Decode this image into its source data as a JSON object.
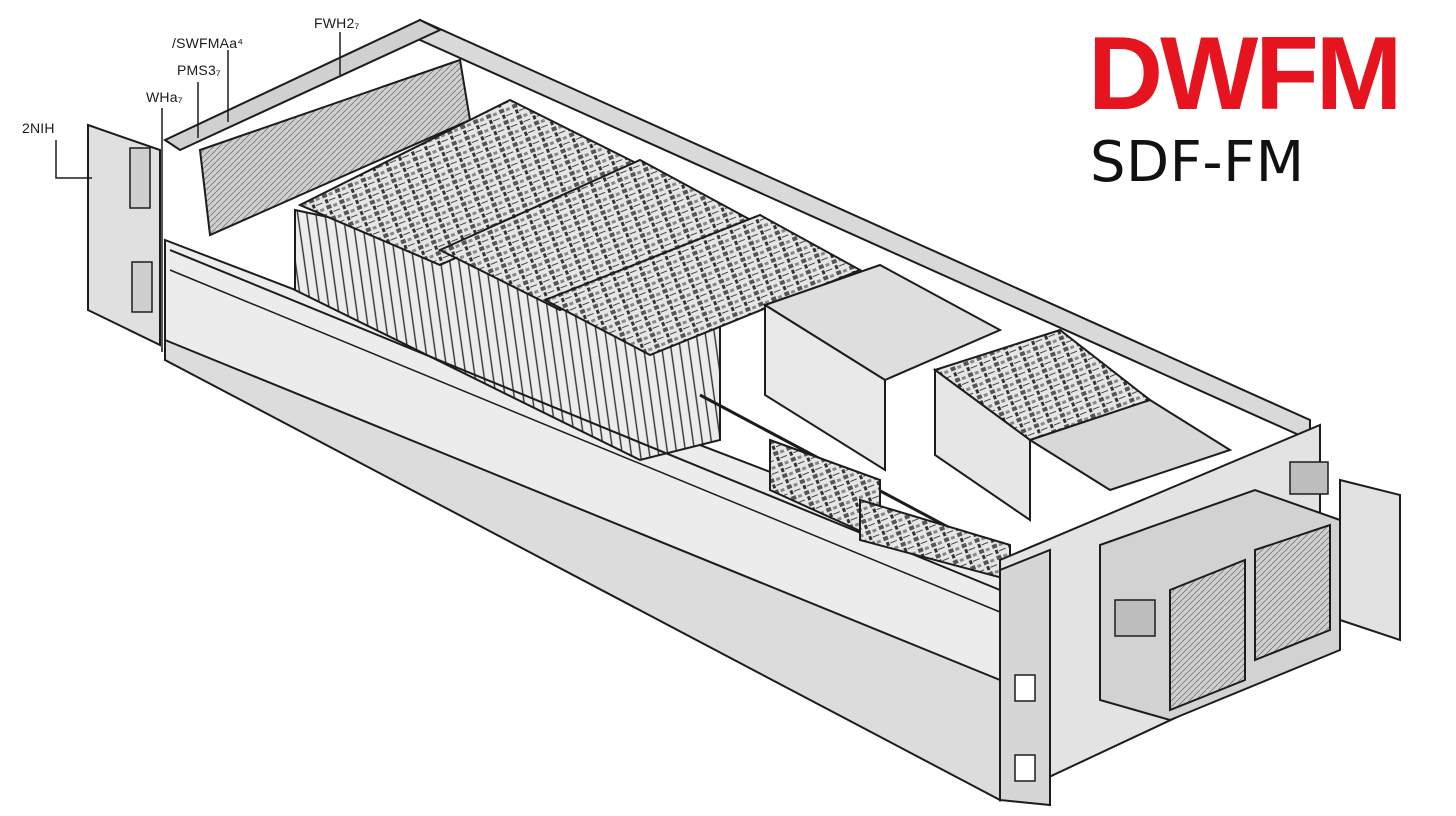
{
  "callouts": {
    "fwh": "FWH2₇",
    "swm": "/SWFMAa⁴",
    "pms": "PMS3₇",
    "wha": "WHa₇",
    "nih": "2NIH"
  },
  "brand": {
    "logo": "DWFM",
    "model": "SDF-FM",
    "logo_color": "#e5141e"
  },
  "illustration": {
    "subject": "rack-mount server chassis, isometric line drawing",
    "palette": [
      "#ffffff",
      "#e9e9e9",
      "#d4d4d4",
      "#1c1c1c"
    ]
  }
}
